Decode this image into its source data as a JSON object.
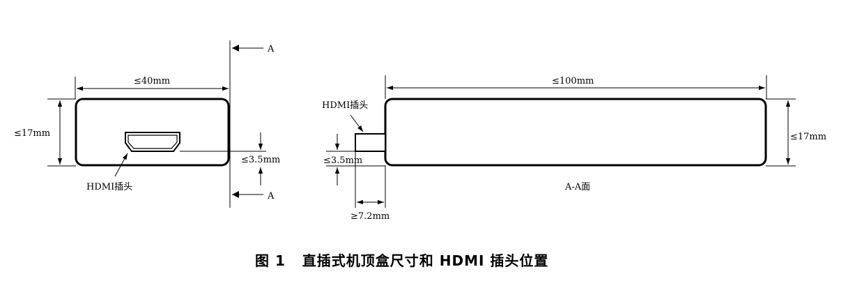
{
  "front_view": {
    "width_label": "≤40mm",
    "height_label": "≤17mm",
    "offset_label": "≤3.5mm",
    "hdmi_label": "HDMI插头",
    "section_mark_top": "A",
    "section_mark_bottom": "A"
  },
  "side_view": {
    "length_label": "≤100mm",
    "height_label": "≤17mm",
    "offset_label": "≤3.5mm",
    "plug_length_label": "≥7.2mm",
    "hdmi_label": "HDMI插头",
    "section_title": "A-A面"
  },
  "caption": "图 1   直插式机顶盒尺寸和 HDMI 插头位置"
}
